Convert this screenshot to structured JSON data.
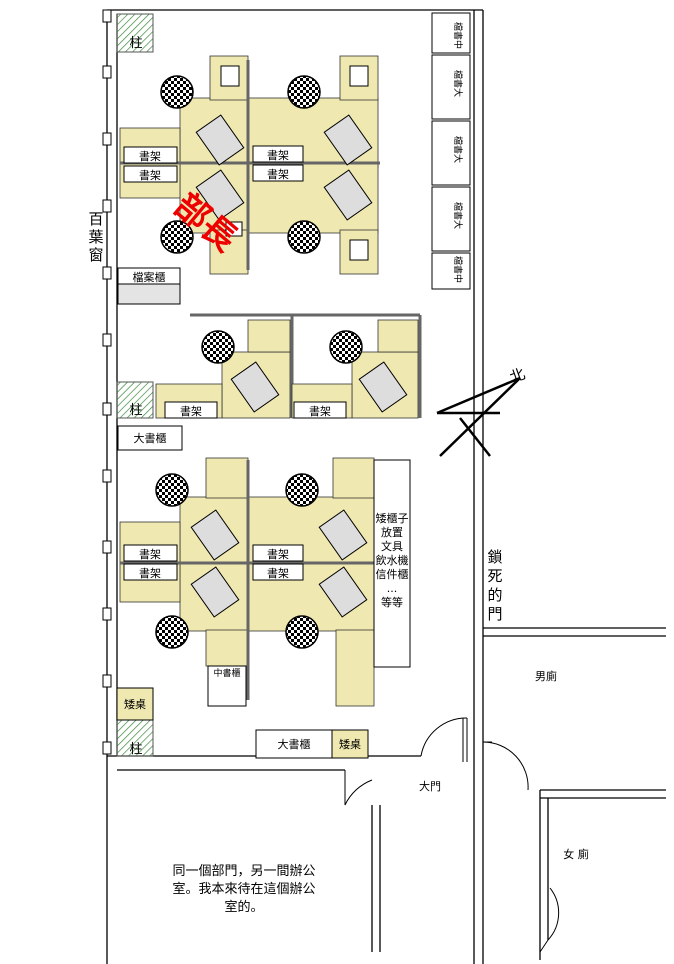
{
  "labels": {
    "pillar": "柱",
    "bookshelf": "書架",
    "file_cabinet": "檔案櫃",
    "big_cabinet": "大書櫃",
    "mid_cabinet": "中書櫃",
    "low_table": "矮桌",
    "north": "北",
    "window": "百葉窗",
    "locked_door": "鎖死的門",
    "main_door": "大門",
    "mens_room": "男廁",
    "womens_room": "女 廁",
    "manager": "部長",
    "cabinet_middle": "檔書中",
    "cabinet_big": "檔書大",
    "low_cabinet": [
      "矮櫃子",
      "放置",
      "文具",
      "飲水機",
      "信件櫃",
      "...",
      "等等"
    ],
    "note": [
      "同一個部門，另一間辦公",
      "室。我本來待在這個辦公",
      "室的。"
    ]
  },
  "colors": {
    "desk": "#efe8b0",
    "pillar_hatch": "#3a8a3a",
    "manager_text": "#ee0000"
  }
}
